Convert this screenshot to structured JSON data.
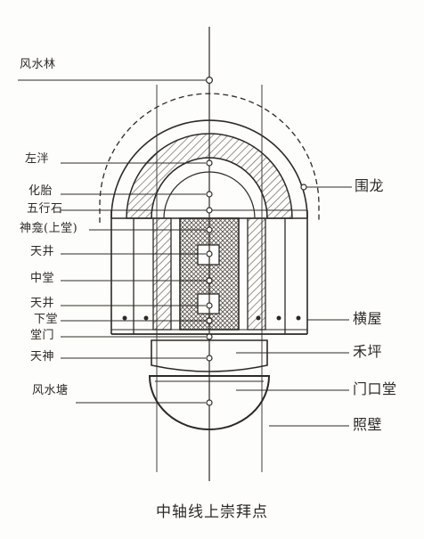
{
  "diagram": {
    "caption": "中轴线上崇拜点",
    "left_labels": {
      "fengshuilin": "风水林",
      "zuopan": "左泮",
      "huatai": "化胎",
      "wuxingshi": "五行石",
      "shenkan": "神龛(上堂)",
      "tianjing_upper": "天井",
      "zhongtang": "中堂",
      "tianjing_lower": "天井",
      "xiatang": "下堂",
      "tangmen": "堂门",
      "tianshen": "天神",
      "fengshuitang": "风水塘"
    },
    "right_labels": {
      "weilong": "围龙",
      "hengwu": "横屋",
      "heping": "禾坪",
      "menkoutang": "门口堂",
      "zhaobi": "照壁"
    }
  },
  "colors": {
    "ink": "#2d2a26",
    "paper": "#fdfdfb",
    "hatch": "#6b6560"
  }
}
